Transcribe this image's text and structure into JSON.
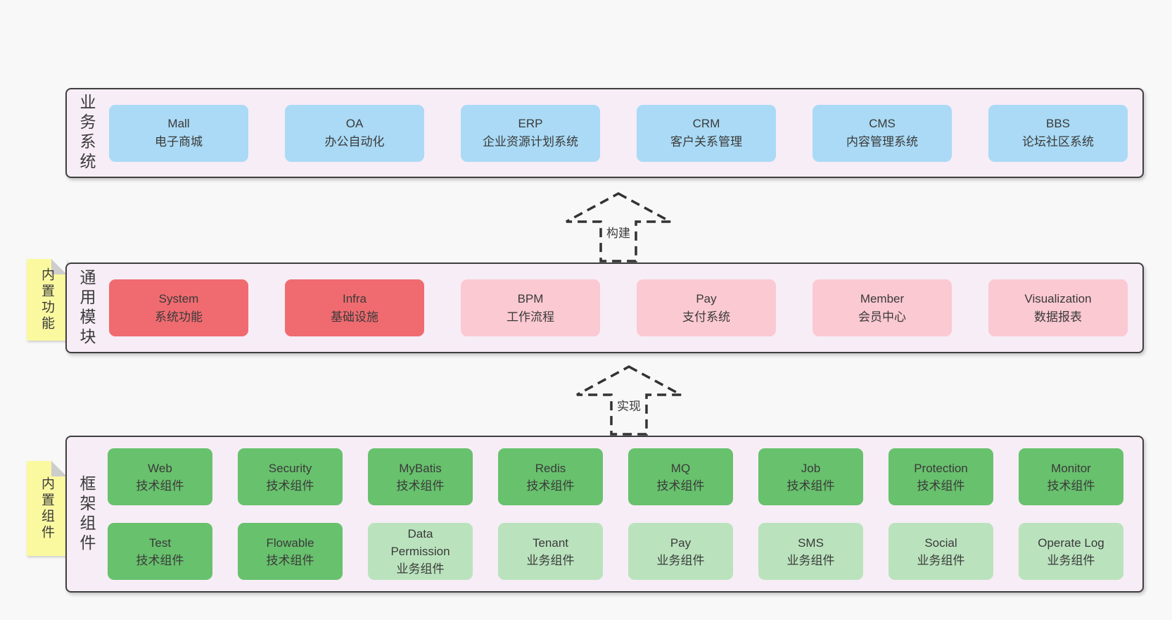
{
  "colors": {
    "pageBg": "#f8f8f8",
    "layerBg": "#f7edf6",
    "border": "#3f3f3f",
    "text": "#3a3a3a",
    "blue": "#aadaf5",
    "red": "#ef6b6f",
    "pink": "#fbc9d2",
    "green": "#68c16d",
    "lightgreen": "#bae3bd",
    "yellow": "#fbf9a0",
    "fold": "#cdcdcd",
    "arrow": "#333333"
  },
  "layers": [
    {
      "label": "业务系统",
      "boxes": [
        {
          "name": "Mall",
          "desc": "电子商城",
          "variant": "blue"
        },
        {
          "name": "OA",
          "desc": "办公自动化",
          "variant": "blue"
        },
        {
          "name": "ERP",
          "desc": "企业资源计划系统",
          "variant": "blue"
        },
        {
          "name": "CRM",
          "desc": "客户关系管理",
          "variant": "blue"
        },
        {
          "name": "CMS",
          "desc": "内容管理系统",
          "variant": "blue"
        },
        {
          "name": "BBS",
          "desc": "论坛社区系统",
          "variant": "blue"
        }
      ]
    },
    {
      "label": "通用模块",
      "sticky": "内置功能",
      "boxes": [
        {
          "name": "System",
          "desc": "系统功能",
          "variant": "red"
        },
        {
          "name": "Infra",
          "desc": "基础设施",
          "variant": "red"
        },
        {
          "name": "BPM",
          "desc": "工作流程",
          "variant": "pink"
        },
        {
          "name": "Pay",
          "desc": "支付系统",
          "variant": "pink"
        },
        {
          "name": "Member",
          "desc": "会员中心",
          "variant": "pink"
        },
        {
          "name": "Visualization",
          "desc": "数据报表",
          "variant": "pink"
        }
      ]
    },
    {
      "label": "框架组件",
      "sticky": "内置组件",
      "rows": [
        [
          {
            "name": "Web",
            "desc": "技术组件",
            "variant": "green"
          },
          {
            "name": "Security",
            "desc": "技术组件",
            "variant": "green"
          },
          {
            "name": "MyBatis",
            "desc": "技术组件",
            "variant": "green"
          },
          {
            "name": "Redis",
            "desc": "技术组件",
            "variant": "green"
          },
          {
            "name": "MQ",
            "desc": "技术组件",
            "variant": "green"
          },
          {
            "name": "Job",
            "desc": "技术组件",
            "variant": "green"
          },
          {
            "name": "Protection",
            "desc": "技术组件",
            "variant": "green"
          },
          {
            "name": "Monitor",
            "desc": "技术组件",
            "variant": "green"
          }
        ],
        [
          {
            "name": "Test",
            "desc": "技术组件",
            "variant": "green"
          },
          {
            "name": "Flowable",
            "desc": "技术组件",
            "variant": "green"
          },
          {
            "name": "Data Permission",
            "desc": "业务组件",
            "variant": "lightgreen"
          },
          {
            "name": "Tenant",
            "desc": "业务组件",
            "variant": "lightgreen"
          },
          {
            "name": "Pay",
            "desc": "业务组件",
            "variant": "lightgreen"
          },
          {
            "name": "SMS",
            "desc": "业务组件",
            "variant": "lightgreen"
          },
          {
            "name": "Social",
            "desc": "业务组件",
            "variant": "lightgreen"
          },
          {
            "name": "Operate Log",
            "desc": "业务组件",
            "variant": "lightgreen"
          }
        ]
      ]
    }
  ],
  "arrows": [
    {
      "label": "构建"
    },
    {
      "label": "实现"
    }
  ]
}
